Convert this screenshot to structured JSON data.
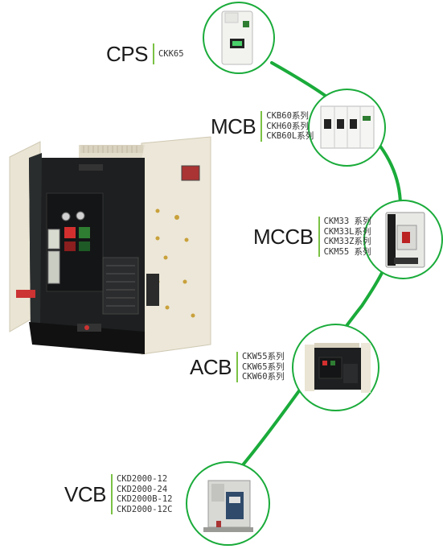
{
  "categories": [
    {
      "code": "CPS",
      "models": [
        "CKK65"
      ]
    },
    {
      "code": "MCB",
      "models": [
        "CKB60系列",
        "CKH60系列",
        "CKB60L系列"
      ]
    },
    {
      "code": "MCCB",
      "models": [
        "CKM33 系列",
        "CKM33L系列",
        "CKM33Z系列",
        "CKM55 系列"
      ]
    },
    {
      "code": "ACB",
      "models": [
        "CKW55系列",
        "CKW65系列",
        "CKW60系列"
      ]
    },
    {
      "code": "VCB",
      "models": [
        "CKD2000-12",
        "CKD2000-24",
        "CKD2000B-12",
        "CKD2000-12C"
      ]
    }
  ],
  "colors": {
    "accent_green": "#1aab3a",
    "label_bar": "#7ac143",
    "breaker_body": "#1d1f20",
    "panel_cream": "#ece7d8"
  },
  "icons": [
    "acb-breaker-product-image",
    "cps-product-image",
    "mcb-product-image",
    "mccb-product-image",
    "acb-product-image",
    "vcb-product-image"
  ]
}
